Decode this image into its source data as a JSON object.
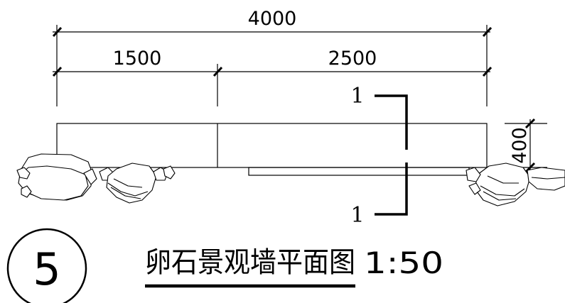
{
  "dimensions": {
    "total": "4000",
    "left_segment": "1500",
    "right_segment": "2500",
    "height": "400"
  },
  "section_marker": {
    "top_label": "1",
    "bottom_label": "1"
  },
  "title": {
    "drawing_number": "5",
    "name": "卵石景观墙平面图",
    "scale": "1:50"
  }
}
